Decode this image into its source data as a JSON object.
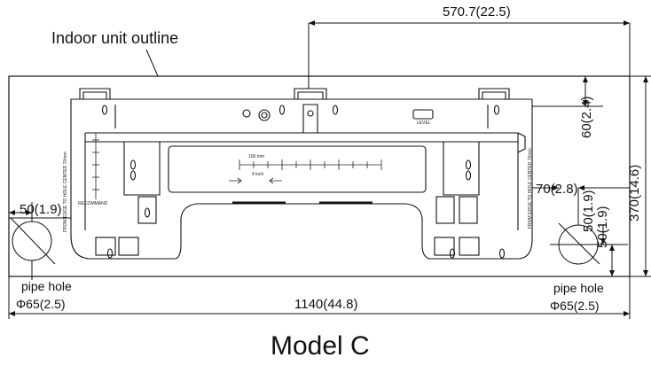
{
  "diagram": {
    "title": "Model  C",
    "outline_label": "Indoor unit outline",
    "dimensions": {
      "top_width": "570.7(22.5)",
      "total_height": "370(14.6)",
      "right_offset": "60(2.4)",
      "right_hole_x": "70(2.8)",
      "right_hole_y": "50(1.9)",
      "right_hole_y2": "50(1.9)",
      "left_hole_x": "50(1.9)",
      "total_width": "1140(44.8)"
    },
    "pipe_holes": {
      "left_label": "pipe hole",
      "left_size": "Φ65(2.5)",
      "right_label": "pipe hole",
      "right_size": "Φ65(2.5)"
    },
    "plate_text": {
      "left_side": "FROM EDGE TO HOLE CENTER 70mm",
      "right_side": "FROM EDGE TO HOLE CENTER 70mm",
      "scale_mm": "100 mm",
      "scale_inch": "4 inch",
      "recommand": "RECOMMAND",
      "level": "LEVEL"
    }
  }
}
